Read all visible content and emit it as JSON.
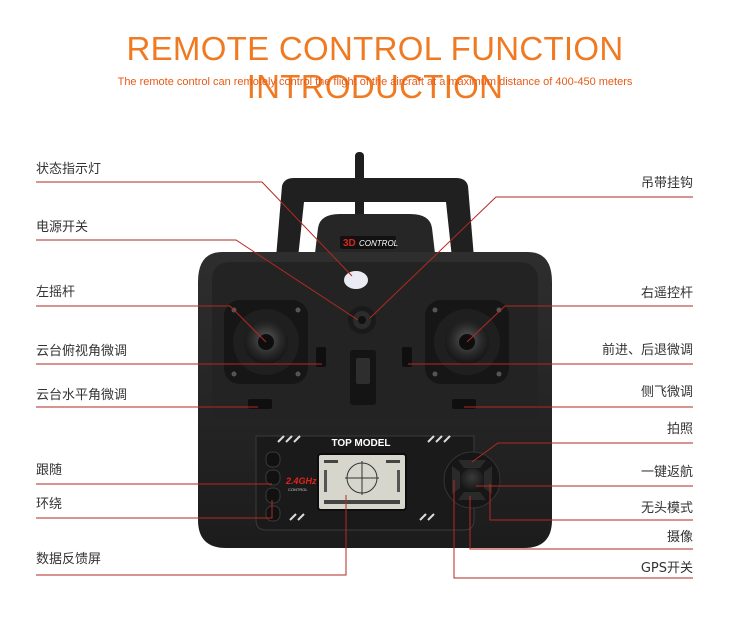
{
  "header": {
    "title": "REMOTE CONTROL FUNCTION INTRODUCTION",
    "subtitle": "The remote control can remotely control the flight of the aircraft at a maximum distance of 400-450 meters"
  },
  "device": {
    "badge_3d": "3D",
    "badge_control": "CONTROL",
    "brand": "TOP MODEL",
    "freq": "2.4GHz",
    "freq_sub": "CONTROL"
  },
  "callouts_left": [
    {
      "key": "status-indicator-light",
      "label": "状态指示灯"
    },
    {
      "key": "power-switch",
      "label": "电源开关"
    },
    {
      "key": "left-joystick",
      "label": "左摇杆"
    },
    {
      "key": "gimbal-tilt-trim",
      "label": "云台俯视角微调"
    },
    {
      "key": "gimbal-pan-trim",
      "label": "云台水平角微调"
    },
    {
      "key": "follow",
      "label": "跟随"
    },
    {
      "key": "orbit",
      "label": "环绕"
    },
    {
      "key": "data-feedback-screen",
      "label": "数据反馈屏"
    }
  ],
  "callouts_right": [
    {
      "key": "lanyard-hook",
      "label": "吊带挂钩"
    },
    {
      "key": "right-joystick",
      "label": "右遥控杆"
    },
    {
      "key": "forward-backward-trim",
      "label": "前进、后退微调"
    },
    {
      "key": "side-flight-trim",
      "label": "侧飞微调"
    },
    {
      "key": "photo",
      "label": "拍照"
    },
    {
      "key": "one-key-return",
      "label": "一键返航"
    },
    {
      "key": "headless-mode",
      "label": "无头模式"
    },
    {
      "key": "video",
      "label": "摄像"
    },
    {
      "key": "gps-switch",
      "label": "GPS开关"
    }
  ],
  "colors": {
    "title": "#f07a22",
    "leader_line": "#b22a22",
    "body": "#262626"
  }
}
